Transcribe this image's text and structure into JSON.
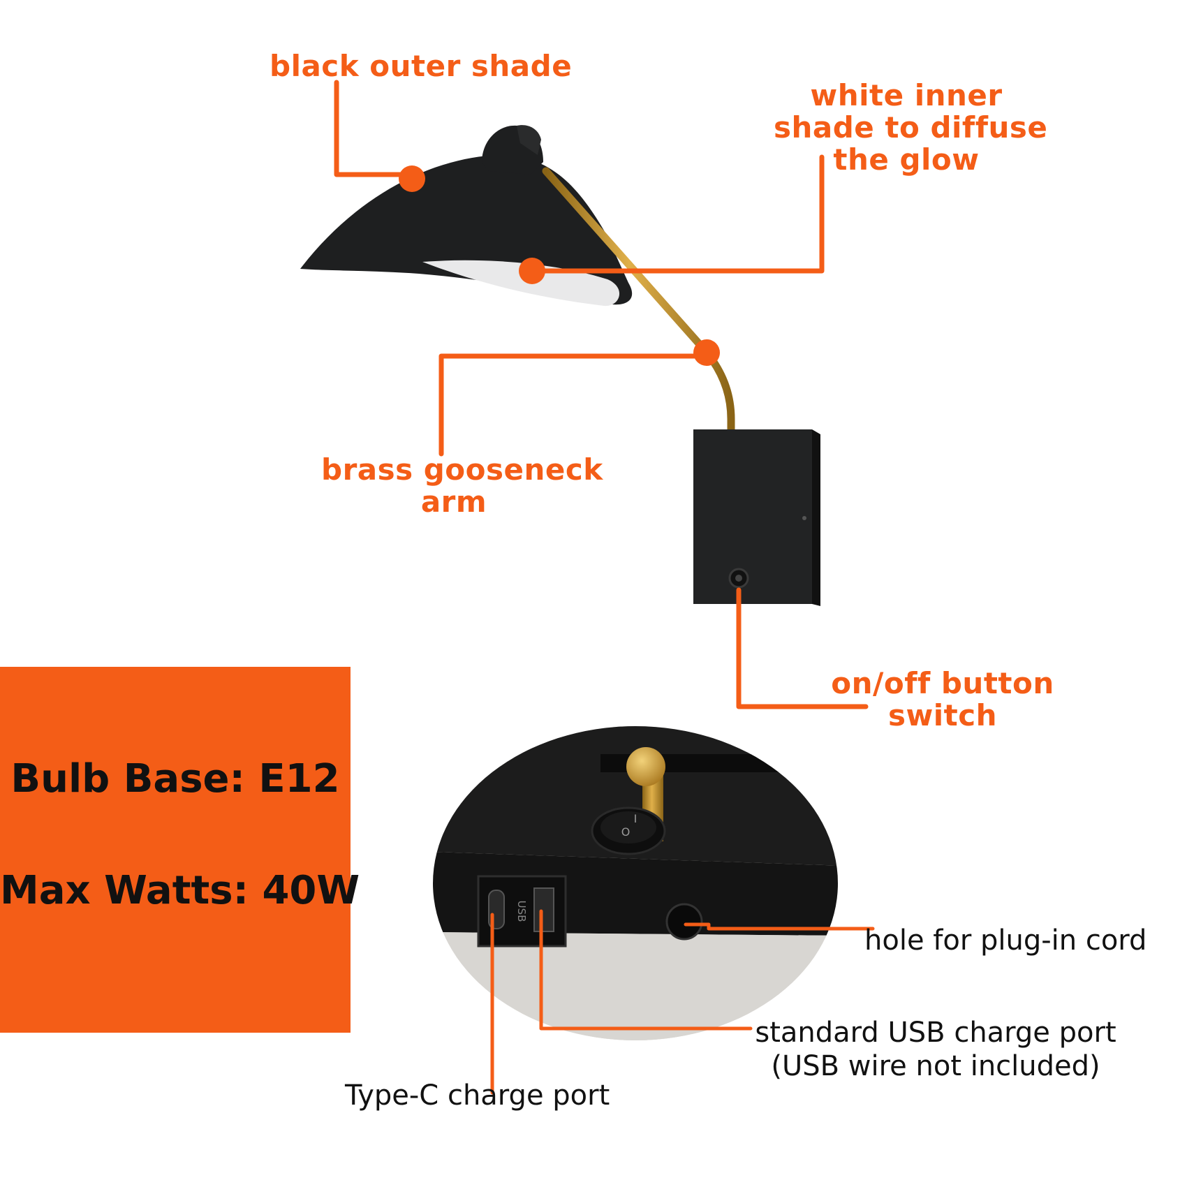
{
  "labels": {
    "outer_shade": "black outer shade",
    "inner_shade": [
      "white inner",
      "shade to diffuse",
      "the glow"
    ],
    "gooseneck": [
      "brass gooseneck",
      "arm"
    ],
    "switch": [
      "on/off button",
      "switch"
    ],
    "cord_hole": "hole for plug-in cord",
    "usb_port": [
      "standard USB charge port",
      "(USB  wire not included)"
    ],
    "typec_port": "Type-C charge port"
  },
  "specs": {
    "bulb_base": "Bulb Base: E12",
    "max_watts": "Max Watts: 40W"
  },
  "port_marks": {
    "usb": "USB",
    "switch_on": "I",
    "switch_off": "O"
  },
  "colors": {
    "accent": "#f45d17",
    "lamp_black": "#1e1f20",
    "brass": "#c9962e"
  }
}
